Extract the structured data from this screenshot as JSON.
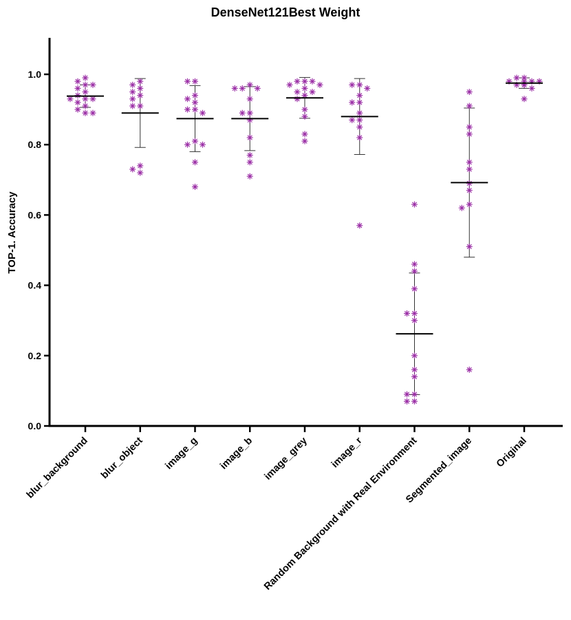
{
  "chart_data": {
    "type": "scatter",
    "title": "DenseNet121Best Weight",
    "xlabel": "",
    "ylabel": "TOP-1. Accuracy",
    "ylim": [
      0,
      1.1
    ],
    "yticks": [
      "0.0",
      "0.2",
      "0.4",
      "0.6",
      "0.8",
      "1.0"
    ],
    "grid": false,
    "marker_color": "#9B2FA6",
    "categories": [
      "blur_background",
      "blur_object",
      "image_g",
      "image_b",
      "image_grey",
      "image_r",
      "Random Background with Real Environment",
      "Segmented_image",
      "Original"
    ],
    "groups": [
      {
        "name": "blur_background",
        "values": [
          0.99,
          0.98,
          0.97,
          0.97,
          0.96,
          0.95,
          0.94,
          0.93,
          0.93,
          0.93,
          0.92,
          0.91,
          0.9,
          0.89,
          0.89
        ],
        "mean": 0.938,
        "sd": 0.032
      },
      {
        "name": "blur_object",
        "values": [
          0.98,
          0.97,
          0.96,
          0.95,
          0.94,
          0.93,
          0.91,
          0.91,
          0.74,
          0.73,
          0.72
        ],
        "mean": 0.89,
        "sd": 0.098
      },
      {
        "name": "image_g",
        "values": [
          0.98,
          0.98,
          0.94,
          0.93,
          0.92,
          0.9,
          0.9,
          0.89,
          0.81,
          0.8,
          0.8,
          0.75,
          0.68
        ],
        "mean": 0.874,
        "sd": 0.094
      },
      {
        "name": "image_b",
        "values": [
          0.97,
          0.96,
          0.96,
          0.96,
          0.93,
          0.89,
          0.89,
          0.87,
          0.82,
          0.77,
          0.75,
          0.71
        ],
        "mean": 0.874,
        "sd": 0.091
      },
      {
        "name": "image_grey",
        "values": [
          0.98,
          0.98,
          0.98,
          0.97,
          0.97,
          0.96,
          0.95,
          0.95,
          0.94,
          0.93,
          0.9,
          0.88,
          0.83,
          0.81
        ],
        "mean": 0.933,
        "sd": 0.058
      },
      {
        "name": "image_r",
        "values": [
          0.97,
          0.97,
          0.96,
          0.94,
          0.92,
          0.92,
          0.89,
          0.87,
          0.87,
          0.85,
          0.82,
          0.57
        ],
        "mean": 0.88,
        "sd": 0.108
      },
      {
        "name": "Random Background with Real Environment",
        "values": [
          0.63,
          0.46,
          0.44,
          0.39,
          0.32,
          0.32,
          0.3,
          0.2,
          0.16,
          0.14,
          0.09,
          0.09,
          0.07,
          0.07
        ],
        "mean": 0.262,
        "sd": 0.173
      },
      {
        "name": "Segmented_image",
        "values": [
          0.95,
          0.91,
          0.85,
          0.83,
          0.75,
          0.73,
          0.69,
          0.67,
          0.63,
          0.62,
          0.51,
          0.16
        ],
        "mean": 0.692,
        "sd": 0.212
      },
      {
        "name": "Original",
        "values": [
          0.99,
          0.99,
          0.98,
          0.98,
          0.98,
          0.98,
          0.97,
          0.97,
          0.97,
          0.97,
          0.96,
          0.93
        ],
        "mean": 0.975,
        "sd": 0.015
      }
    ]
  }
}
